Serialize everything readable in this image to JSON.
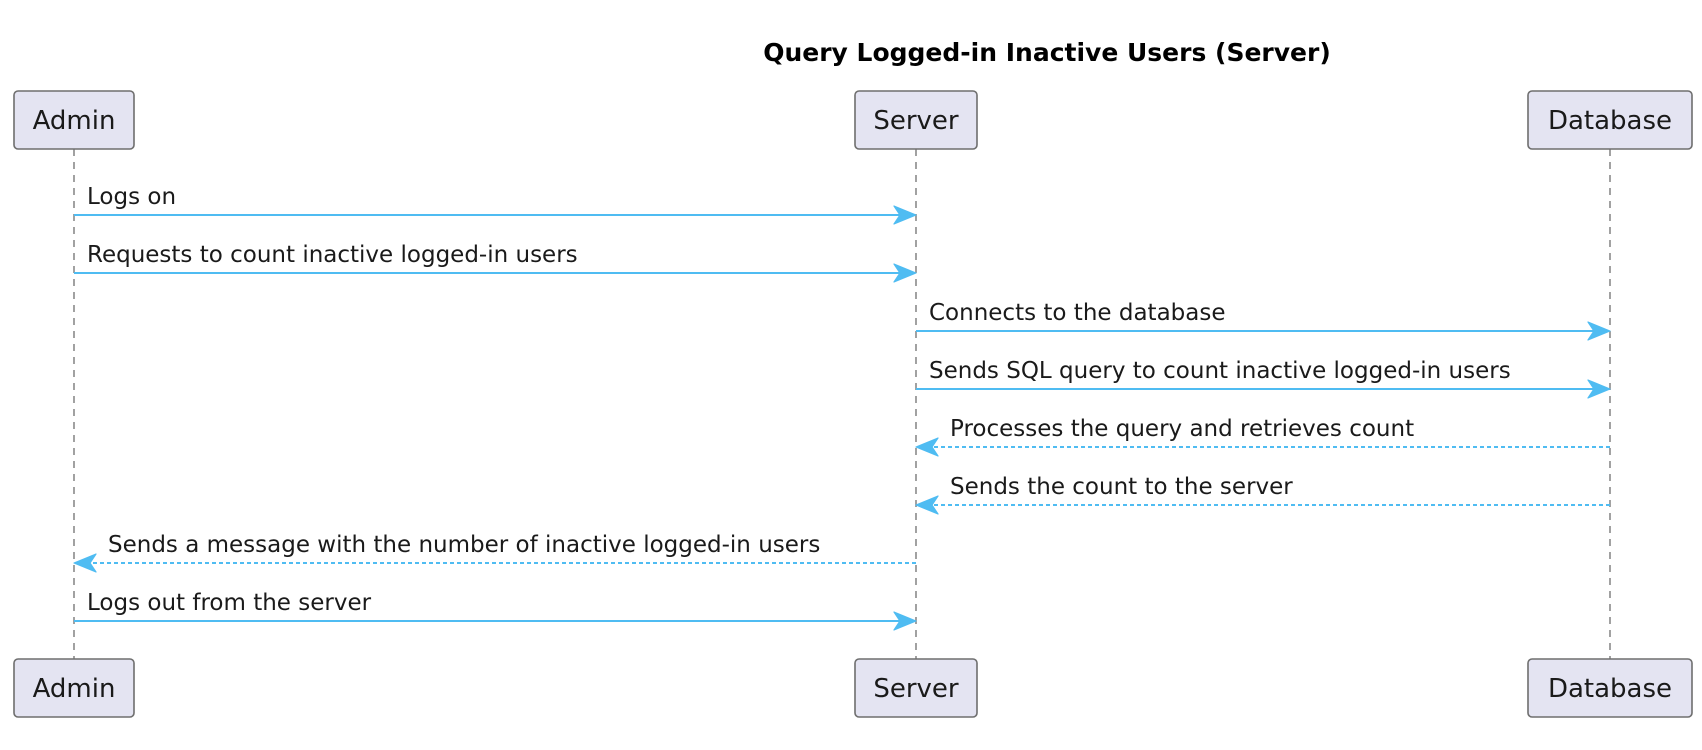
{
  "title": "Query Logged-in Inactive Users (Server)",
  "colors": {
    "arrow": "#4fbcf2",
    "participant_fill": "#e4e4f2",
    "participant_border": "#6e6e6e",
    "lifeline": "#8a8a8a",
    "text": "#1a1a1a"
  },
  "participants": [
    {
      "id": "admin",
      "label": "Admin"
    },
    {
      "id": "server",
      "label": "Server"
    },
    {
      "id": "database",
      "label": "Database"
    }
  ],
  "messages": [
    {
      "from": "admin",
      "to": "server",
      "label": "Logs on",
      "style": "sync"
    },
    {
      "from": "admin",
      "to": "server",
      "label": "Requests to count inactive logged-in users",
      "style": "sync"
    },
    {
      "from": "server",
      "to": "database",
      "label": "Connects to the database",
      "style": "sync"
    },
    {
      "from": "server",
      "to": "database",
      "label": "Sends SQL query to count inactive logged-in users",
      "style": "sync"
    },
    {
      "from": "database",
      "to": "server",
      "label": "Processes the query and retrieves count",
      "style": "reply"
    },
    {
      "from": "database",
      "to": "server",
      "label": "Sends the count to the server",
      "style": "reply"
    },
    {
      "from": "server",
      "to": "admin",
      "label": "Sends a message with the number of inactive logged-in users",
      "style": "reply"
    },
    {
      "from": "admin",
      "to": "server",
      "label": "Logs out from the server",
      "style": "sync"
    }
  ]
}
